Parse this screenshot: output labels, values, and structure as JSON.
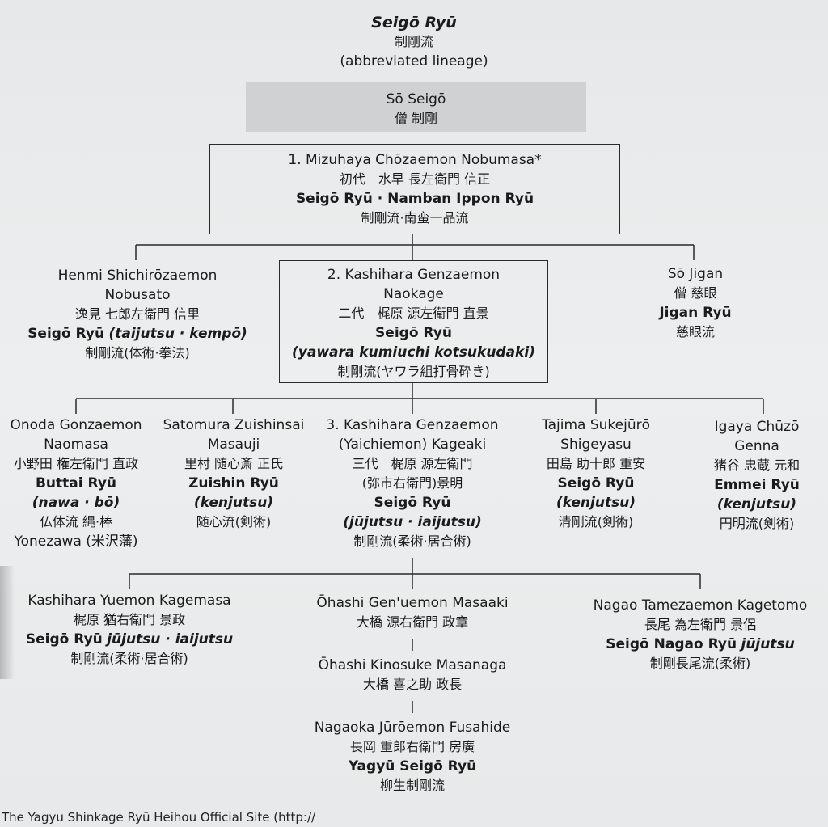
{
  "title": {
    "name": "Seigō Ryū",
    "jp": "制剛流",
    "note": "(abbreviated lineage)"
  },
  "founder": {
    "name": "Sō Seigō",
    "jp": "僧 制剛"
  },
  "gen1": {
    "name": "1. Mizuhaya Chōzaemon Nobumasa*",
    "jp": "初代　水早 長左衛門 信正",
    "school": "Seigō Ryū · Namban Ippon Ryū",
    "school_jp": "制剛流·南蛮一品流"
  },
  "henmi": {
    "name1": "Henmi Shichirōzaemon",
    "name2": "Nobusato",
    "jp": "逸見 七郎左衛門 信里",
    "school": "Seigō Ryū",
    "school_paren": "(taijutsu · kempō)",
    "school_jp": "制剛流(体術·拳法)"
  },
  "gen2": {
    "name1": "2. Kashihara Genzaemon",
    "name2": "Naokage",
    "jp": "二代　梶原 源左衛門 直景",
    "school": "Seigō Ryū",
    "school_paren": "(yawara kumiuchi kotsukudaki)",
    "school_jp": "制剛流(ヤワラ組打骨砕き)"
  },
  "jigan": {
    "name": "Sō Jigan",
    "jp": "僧 慈眼",
    "school": "Jigan Ryū",
    "school_jp": "慈眼流"
  },
  "onoda": {
    "name1": "Onoda Gonzaemon",
    "name2": "Naomasa",
    "jp": "小野田 権左衛門 直政",
    "school": "Buttai Ryū",
    "school_paren": "(nawa · bō)",
    "school_jp": "仏体流 縄·棒",
    "domain": "Yonezawa (米沢藩)"
  },
  "satomura": {
    "name1": "Satomura Zuishinsai",
    "name2": "Masauji",
    "jp": "里村 随心斎 正氏",
    "school": "Zuishin Ryū",
    "school_paren": "(kenjutsu)",
    "school_jp": "随心流(剣術)"
  },
  "gen3": {
    "name1": "3. Kashihara Genzaemon",
    "name2": "(Yaichiemon) Kageaki",
    "jp1": "三代　梶原 源左衛門",
    "jp2": "(弥市右衛門)景明",
    "school": "Seigō Ryū",
    "school_paren": "(jūjutsu · iaijutsu)",
    "school_jp": "制剛流(柔術·居合術)"
  },
  "tajima": {
    "name1": "Tajima Sukejūrō",
    "name2": "Shigeyasu",
    "jp": "田島 助十郎 重安",
    "school": "Seigō Ryū",
    "school_paren": "(kenjutsu)",
    "school_jp": "清剛流(剣術)"
  },
  "igaya": {
    "name1": "Igaya Chūzō",
    "name2": "Genna",
    "jp": "猪谷 忠蔵 元和",
    "school": "Emmei Ryū",
    "school_paren": "(kenjutsu)",
    "school_jp": "円明流(剣術)"
  },
  "kagemasa": {
    "name": "Kashihara Yuemon Kagemasa",
    "jp": "梶原 猶右衛門 景政",
    "school": "Seigō Ryū",
    "school_it": "jūjutsu · iaijutsu",
    "school_jp": "制剛流(柔術·居合術)"
  },
  "masaaki": {
    "name": "Ōhashi Gen'uemon Masaaki",
    "jp": "大橋 源右衛門 政章"
  },
  "masanaga": {
    "name": "Ōhashi Kinosuke Masanaga",
    "jp": "大橋 喜之助 政長"
  },
  "fusahide": {
    "name": "Nagaoka Jūrōemon Fusahide",
    "jp": "長岡 重郎右衛門 房廣",
    "school": "Yagyū Seigō Ryū",
    "school_jp": "柳生制剛流"
  },
  "kagetomo": {
    "name": "Nagao Tamezaemon Kagetomo",
    "jp": "長尾 為左衛門 景侶",
    "school": "Seigō Nagao Ryū",
    "school_it": "jūjutsu",
    "school_jp": "制剛長尾流(柔術)"
  },
  "footer": "The Yagyu Shinkage Ryū Heihou Official Site (http://"
}
